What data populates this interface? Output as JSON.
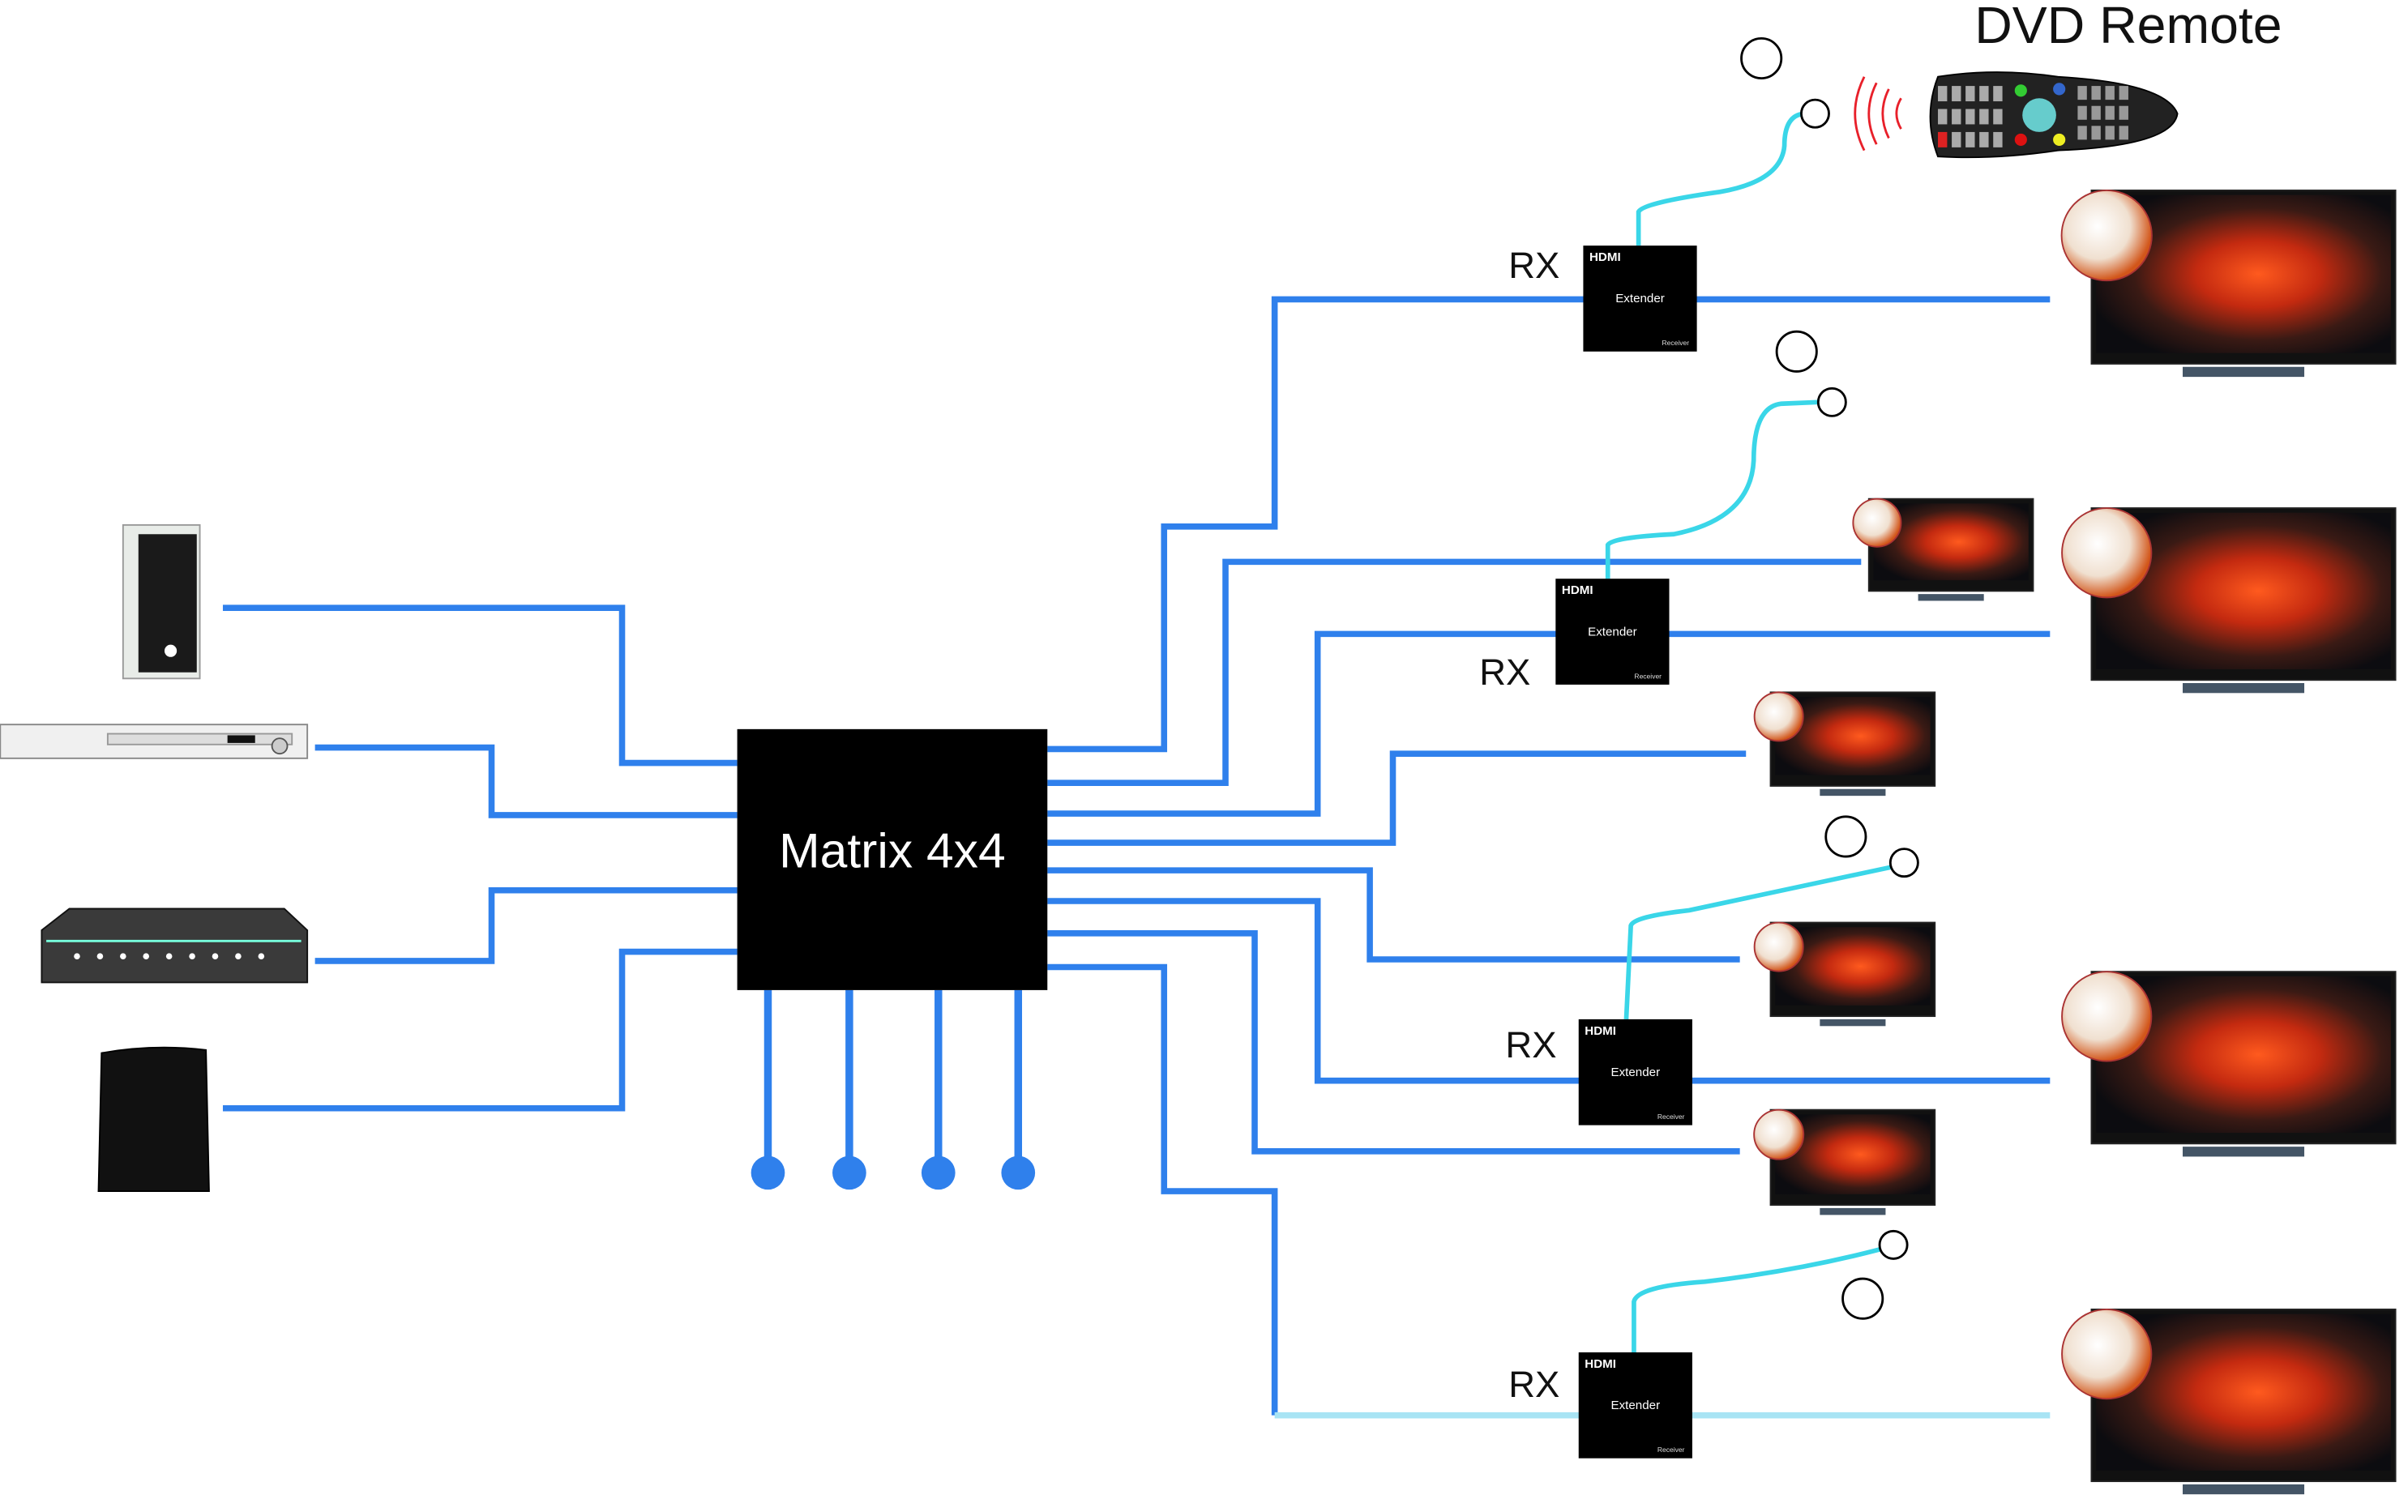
{
  "title": "DVD Remote",
  "matrix": {
    "label": "Matrix 4x4"
  },
  "receivers": [
    {
      "rx_label": "RX",
      "logo": "HDMI",
      "name": "Extender",
      "sub": "Receiver"
    },
    {
      "rx_label": "RX",
      "logo": "HDMI",
      "name": "Extender",
      "sub": "Receiver"
    },
    {
      "rx_label": "RX",
      "logo": "HDMI",
      "name": "Extender",
      "sub": "Receiver"
    },
    {
      "rx_label": "RX",
      "logo": "HDMI",
      "name": "Extender",
      "sub": "Receiver"
    }
  ],
  "sources": [
    "pc-tower",
    "dvd-player",
    "av-receiver",
    "game-console"
  ],
  "colors": {
    "cable": "#2f80ec",
    "ir_cable": "#3ad6e8",
    "last_cable": "#a8e4f4",
    "ir_wave": "#e8202a",
    "matrix": "#000000"
  }
}
